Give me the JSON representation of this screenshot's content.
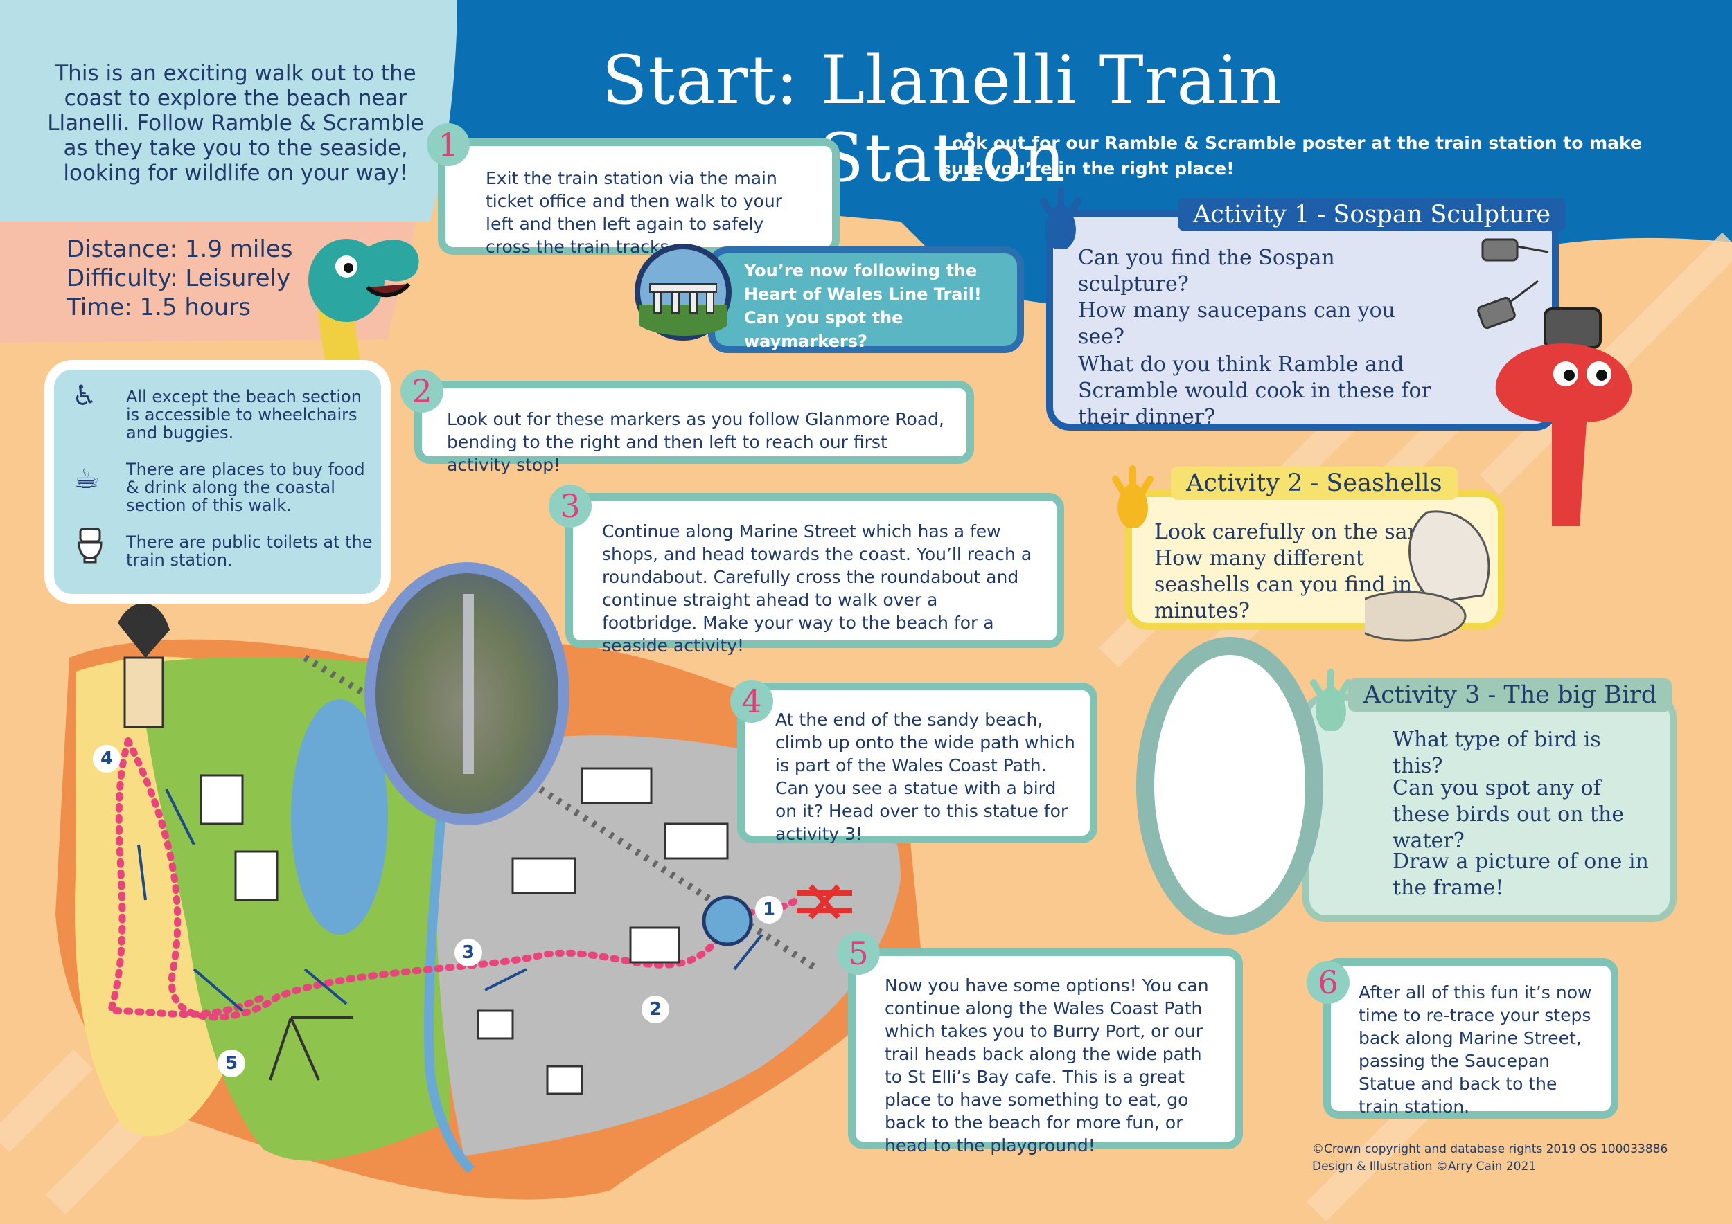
{
  "title": "Start: Llanelli Train Station",
  "intro": "This is an exciting walk out to the coast to explore the beach near Llanelli. Follow Ramble & Scramble as they take you to the seaside, looking for wildlife on your way!",
  "stats": {
    "distance": "Distance: 1.9 miles",
    "difficulty": "Difficulty: Leisurely",
    "time": "Time: 1.5 hours"
  },
  "notice": "Look out for our Ramble & Scramble poster at the train station to make sure you’re in the right place!",
  "accessibility": [
    {
      "icon": "wheelchair-buggy-icon",
      "text": "All except the beach section is accessible to wheelchairs and buggies."
    },
    {
      "icon": "coffee-cup-icon",
      "text": "There are places to buy food & drink along the coastal section of this walk."
    },
    {
      "icon": "toilet-icon",
      "text": "There are public toilets at the train station."
    }
  ],
  "steps": [
    {
      "num": "1",
      "text": "Exit the train station via the main ticket office and then walk to your left and then left again to safely cross the train tracks."
    },
    {
      "num": "2",
      "text": "Look out for these markers as you follow Glanmore Road, bending to the right and then left to reach our first activity stop!"
    },
    {
      "num": "3",
      "text": "Continue along Marine Street which has a few shops, and head towards the coast. You’ll reach a roundabout. Carefully cross the roundabout and continue straight ahead to walk over a footbridge. Make your way to the beach for a seaside activity!"
    },
    {
      "num": "4",
      "text": "At the end of the sandy beach, climb up onto the wide path which is part of the Wales Coast Path. Can you see a statue with a bird on it? Head over to this statue for activity 3!"
    },
    {
      "num": "5",
      "text": "Now you have some options! You can continue along the Wales Coast Path which takes you to Burry Port, or our trail heads back along the wide path to St Elli’s Bay cafe. This is a great place to have something to eat, go back to the beach for more fun, or head to the playground!"
    },
    {
      "num": "6",
      "text": "After all of this fun it’s now time to re-trace your steps back along Marine Street, passing the Saucepan Statue and back to the train station."
    }
  ],
  "heart_of_wales": "You’re now following the Heart of Wales Line Trail! Can you spot the waymarkers?",
  "activities": [
    {
      "title": "Activity 1 - Sospan Sculpture",
      "questions": [
        "Can you find the Sospan sculpture?",
        "How many saucepans can you see?",
        "What do you think Ramble and Scramble would cook in these for their dinner?"
      ]
    },
    {
      "title": "Activity 2 - Seashells",
      "questions": [
        "Look carefully on the sand. How many different seashells can you find in 5 minutes?"
      ]
    },
    {
      "title": "Activity 3 - The big Bird",
      "questions": [
        "What type of bird is this?",
        "Can you spot any of these birds out on the water?",
        "Draw a picture of one in the frame!"
      ]
    }
  ],
  "map_markers": [
    "1",
    "2",
    "3",
    "4",
    "5"
  ],
  "copyright": {
    "line1": "©Crown copyright and database rights 2019 OS 100033886",
    "line2": "Design & Illustration ©Arry Cain 2021"
  },
  "colors": {
    "header_blue": "#0a6fb3",
    "sand": "#f9c98f",
    "box_border": "#7fc3b6",
    "number_pink": "#e0407a",
    "activity1_bg": "#dfe4f4",
    "activity2_bg": "#fff6d0",
    "activity3_bg": "#d4ebe2"
  }
}
